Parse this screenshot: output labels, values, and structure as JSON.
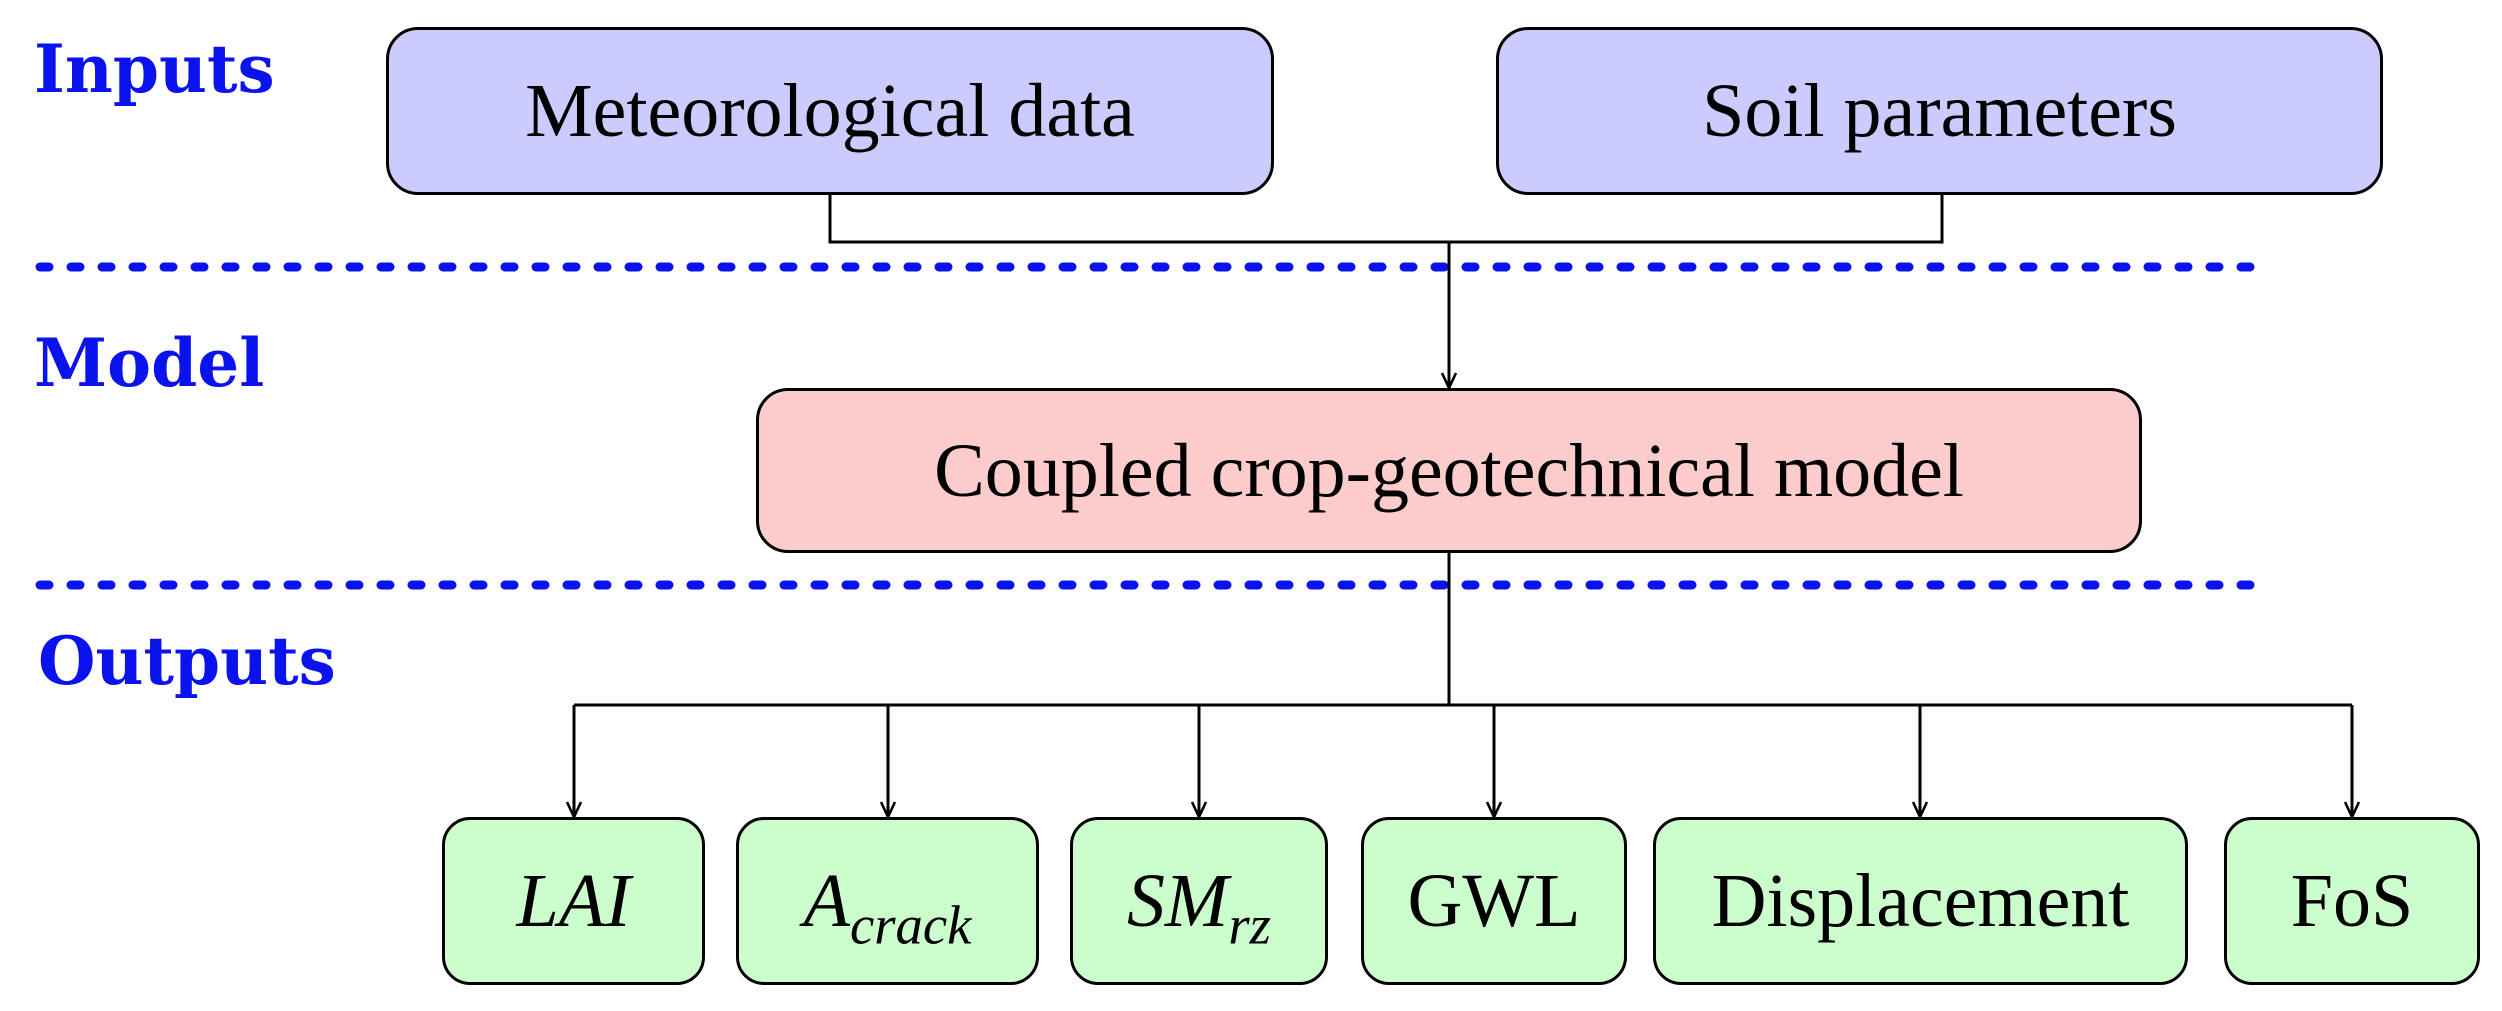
{
  "colors": {
    "label": "#0a12ee",
    "input_fill": "#cccbfd",
    "model_fill": "#fccbcb",
    "output_fill": "#ccfdcc",
    "stroke": "#000000",
    "separator": "#0a12ee"
  },
  "sections": {
    "inputs": "Inputs",
    "model": "Model",
    "outputs": "Outputs"
  },
  "inputs": [
    {
      "label": "Meteorological data"
    },
    {
      "label": "Soil parameters"
    }
  ],
  "model": {
    "label": "Coupled crop-geotechnical model"
  },
  "outputs": [
    {
      "symbol": "LAI",
      "subscript": ""
    },
    {
      "symbol": "A",
      "subscript": "crack"
    },
    {
      "symbol": "SM",
      "subscript": "rz"
    },
    {
      "label": "GWL"
    },
    {
      "label": "Displacement"
    },
    {
      "label": "FoS"
    }
  ]
}
